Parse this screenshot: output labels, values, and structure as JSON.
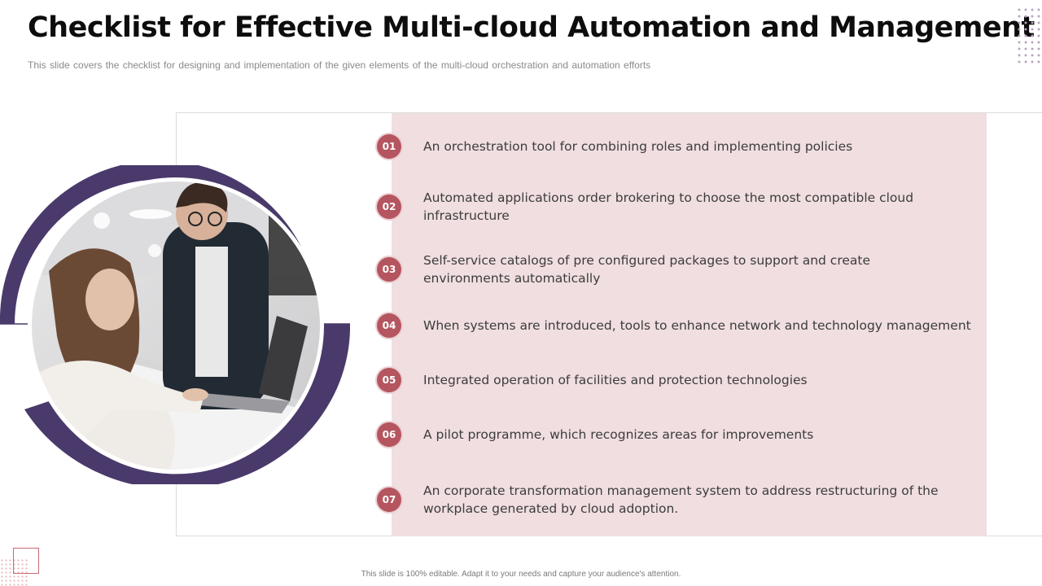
{
  "header": {
    "title": "Checklist for Effective Multi-cloud Automation and Management",
    "subtitle": "This slide covers the checklist for designing and implementation of the given elements of the multi-cloud orchestration and automation efforts"
  },
  "checklist": [
    {
      "number": "01",
      "text": "An orchestration tool for combining roles and implementing policies"
    },
    {
      "number": "02",
      "text": "Automated applications order brokering to choose the most compatible cloud infrastructure"
    },
    {
      "number": "03",
      "text": "Self-service catalogs of pre configured packages to support and create environments automatically"
    },
    {
      "number": "04",
      "text": "When systems are introduced, tools to enhance network and technology management"
    },
    {
      "number": "05",
      "text": "Integrated operation of facilities and protection technologies"
    },
    {
      "number": "06",
      "text": "A pilot programme, which recognizes areas for improvements"
    },
    {
      "number": "07",
      "text": "An corporate transformation management system to address restructuring of the workplace generated by cloud adoption."
    }
  ],
  "footer": {
    "note": "This slide is 100% editable. Adapt it to your needs and capture your audience's attention."
  },
  "colors": {
    "accent": "#b5555f",
    "ring": "#4a3a6b",
    "band": "#f0dee0"
  }
}
